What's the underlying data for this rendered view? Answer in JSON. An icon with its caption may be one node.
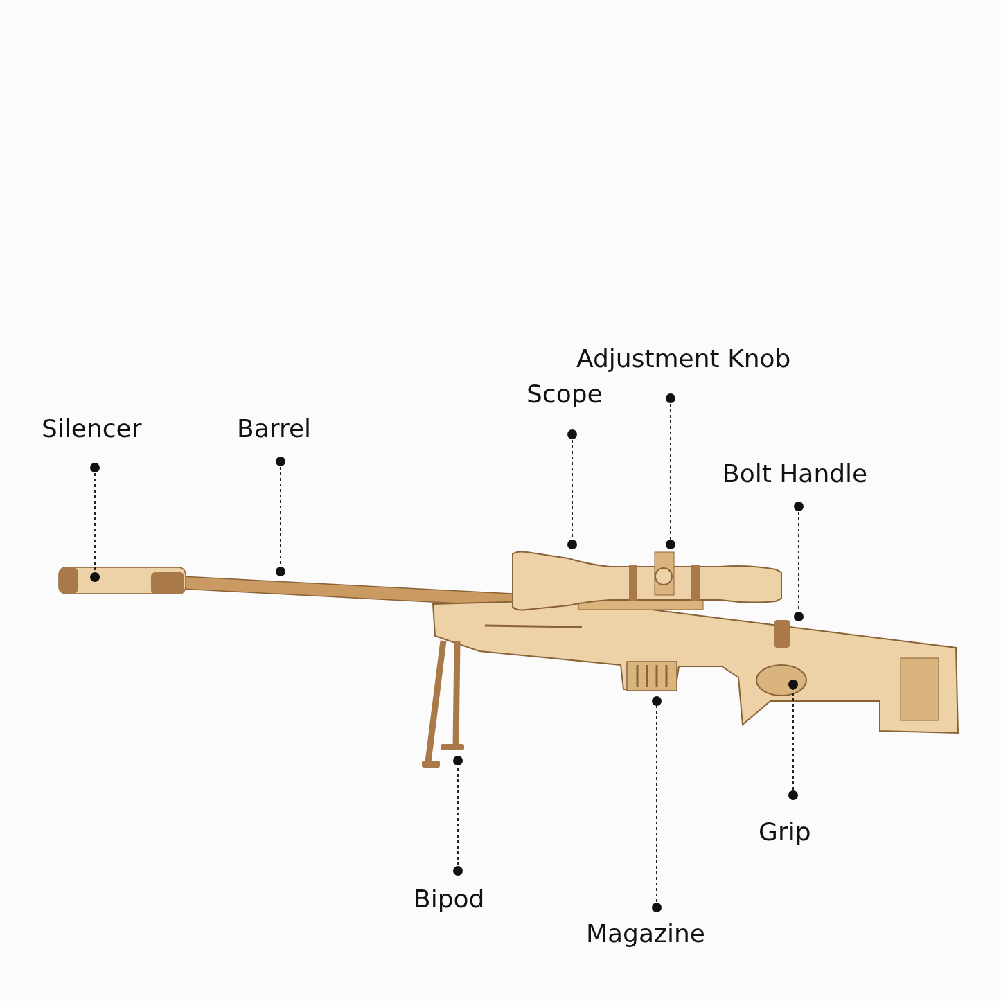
{
  "diagram": {
    "nodes": [
      {
        "text": [
          "Adjustment Knob"
        ]
      },
      {
        "text": [
          "Scope"
        ]
      },
      {
        "text": [
          "Silencer"
        ]
      },
      {
        "text": [
          "Barrel"
        ]
      },
      {
        "text": [
          "Bolt Handle"
        ]
      },
      {
        "text": [
          "Grip"
        ]
      },
      {
        "text": [
          "Bipod"
        ]
      },
      {
        "text": [
          "Magazine"
        ]
      }
    ],
    "edges": [
      {
        "from": 0,
        "to": null,
        "arrow": "other"
      },
      {
        "from": 1,
        "to": null,
        "arrow": "other"
      },
      {
        "from": 2,
        "to": null,
        "arrow": "other"
      },
      {
        "from": 3,
        "to": null,
        "arrow": "other"
      },
      {
        "from": 4,
        "to": null,
        "arrow": "other"
      },
      {
        "from": 5,
        "to": null,
        "arrow": "other"
      },
      {
        "from": 6,
        "to": null,
        "arrow": "other"
      },
      {
        "from": 7,
        "to": null,
        "arrow": "other"
      }
    ]
  }
}
